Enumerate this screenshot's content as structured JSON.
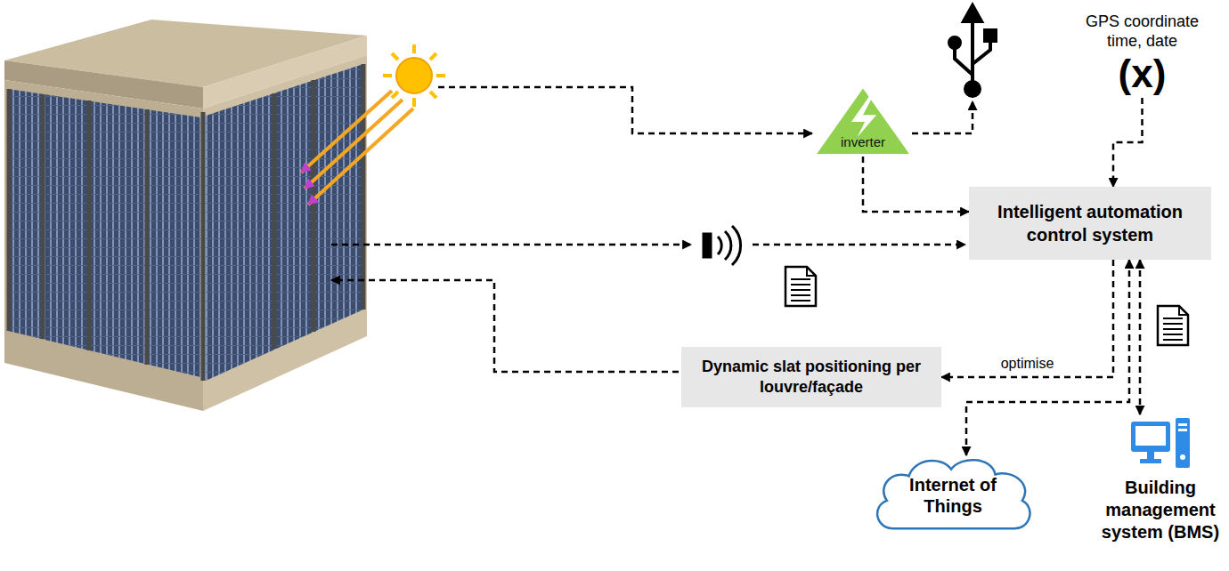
{
  "diagram": {
    "nodes": [
      {
        "text": [
          "inverter"
        ]
      },
      {
        "text": [
          "GPS coordinate time, date",
          "(x)"
        ]
      },
      {
        "text": [
          "Intelligent automation control system"
        ]
      },
      {
        "text": [
          "Dynamic slat positioning per louvre/façade"
        ]
      },
      {
        "text": [
          "Internet of Things"
        ]
      },
      {
        "text": [
          "Building management system (BMS)"
        ]
      }
    ],
    "edges": [
      {
        "from": 0,
        "to": 2,
        "arrow": "to"
      },
      {
        "from": 1,
        "to": 2,
        "arrow": "to"
      },
      {
        "from": 2,
        "to": 3,
        "label": "optimise",
        "arrow": "to"
      },
      {
        "from": 2,
        "to": 4,
        "arrow": "both"
      },
      {
        "from": 2,
        "to": 5,
        "arrow": "both"
      }
    ]
  }
}
